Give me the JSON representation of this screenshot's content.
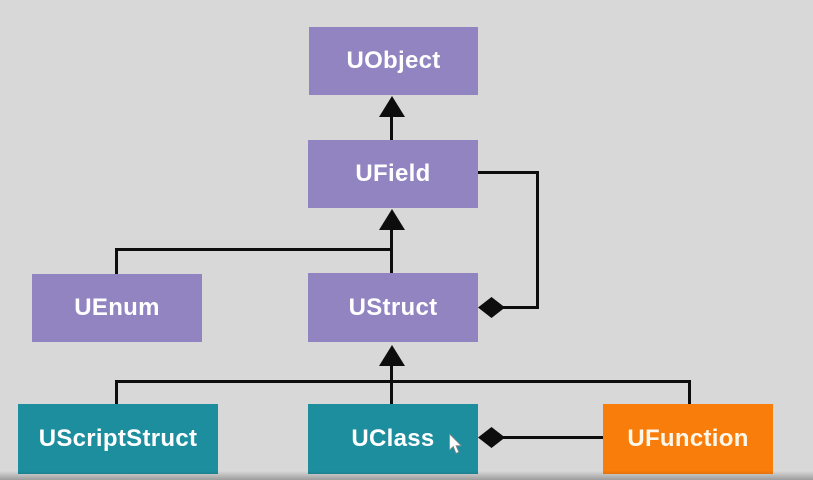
{
  "diagram": {
    "background_color": "#d8d8d8",
    "line_color": "#0d0d0d",
    "nodes": {
      "uobject": {
        "label": "UObject",
        "color": "#9283c1",
        "text_color": "#ffffff"
      },
      "ufield": {
        "label": "UField",
        "color": "#9283c1",
        "text_color": "#ffffff"
      },
      "uenum": {
        "label": "UEnum",
        "color": "#9283c1",
        "text_color": "#ffffff"
      },
      "ustruct": {
        "label": "UStruct",
        "color": "#9283c1",
        "text_color": "#ffffff"
      },
      "uscriptstruct": {
        "label": "UScriptStruct",
        "color": "#1d8e9e",
        "text_color": "#ffffff"
      },
      "uclass": {
        "label": "UClass",
        "color": "#1d8e9e",
        "text_color": "#ffffff"
      },
      "ufunction": {
        "label": "UFunction",
        "color": "#f87d0a",
        "text_color": "#fdf7ea"
      }
    },
    "relationships": {
      "inheritance": [
        "UField -> UObject",
        "UStruct -> UField",
        "UEnum -> UField",
        "UClass -> UStruct",
        "UScriptStruct -> UStruct",
        "UFunction -> UStruct"
      ],
      "composition": [
        "UStruct <>- UField",
        "UClass <>- UFunction"
      ]
    }
  }
}
